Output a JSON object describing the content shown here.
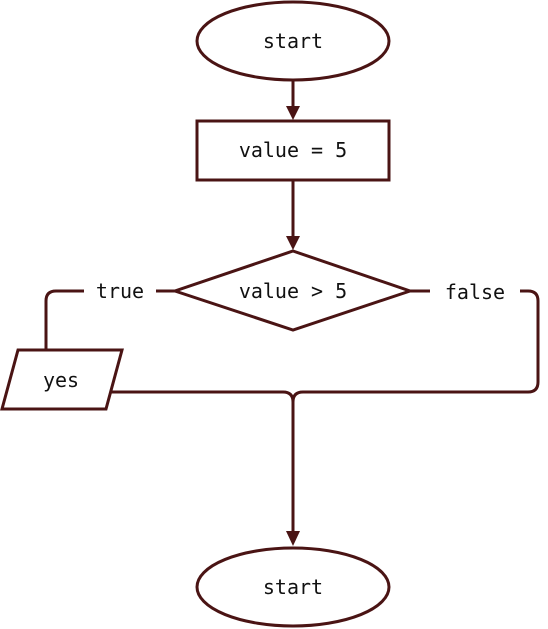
{
  "diagram": {
    "type": "flowchart",
    "stroke_color": "#4a1414",
    "nodes": {
      "start": {
        "shape": "ellipse",
        "label": "start"
      },
      "assign": {
        "shape": "rectangle",
        "label": "value = 5"
      },
      "decision": {
        "shape": "diamond",
        "label": "value > 5"
      },
      "output": {
        "shape": "parallelogram",
        "label": "yes"
      },
      "end": {
        "shape": "ellipse",
        "label": "start"
      }
    },
    "edges": {
      "true_label": "true",
      "false_label": "false"
    }
  }
}
